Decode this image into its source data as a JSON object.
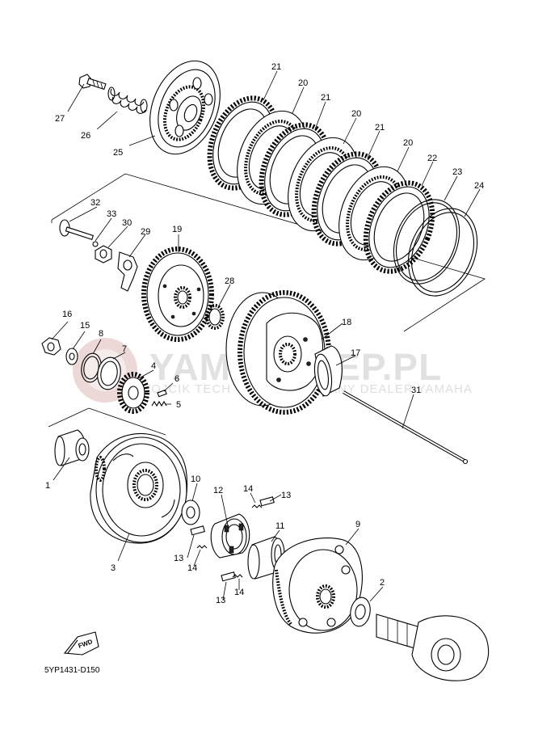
{
  "diagram": {
    "code": "5YP1431-D150",
    "watermark": {
      "main": "YAMASKLEP.PL",
      "sub": "WOJCIK TECH - AUTORYZOWANY DEALER YAMAHA"
    },
    "fwd_label": "FWD",
    "callouts": [
      {
        "id": "c1",
        "label": "1"
      },
      {
        "id": "c2",
        "label": "2"
      },
      {
        "id": "c3",
        "label": "3"
      },
      {
        "id": "c4",
        "label": "4"
      },
      {
        "id": "c5",
        "label": "5"
      },
      {
        "id": "c6",
        "label": "6"
      },
      {
        "id": "c7",
        "label": "7"
      },
      {
        "id": "c8",
        "label": "8"
      },
      {
        "id": "c9",
        "label": "9"
      },
      {
        "id": "c10",
        "label": "10"
      },
      {
        "id": "c11",
        "label": "11"
      },
      {
        "id": "c12",
        "label": "12"
      },
      {
        "id": "c13a",
        "label": "13"
      },
      {
        "id": "c13b",
        "label": "13"
      },
      {
        "id": "c13c",
        "label": "13"
      },
      {
        "id": "c14a",
        "label": "14"
      },
      {
        "id": "c14b",
        "label": "14"
      },
      {
        "id": "c14c",
        "label": "14"
      },
      {
        "id": "c15",
        "label": "15"
      },
      {
        "id": "c16",
        "label": "16"
      },
      {
        "id": "c17",
        "label": "17"
      },
      {
        "id": "c18",
        "label": "18"
      },
      {
        "id": "c19",
        "label": "19"
      },
      {
        "id": "c20a",
        "label": "20"
      },
      {
        "id": "c20b",
        "label": "20"
      },
      {
        "id": "c20c",
        "label": "20"
      },
      {
        "id": "c21a",
        "label": "21"
      },
      {
        "id": "c21b",
        "label": "21"
      },
      {
        "id": "c21c",
        "label": "21"
      },
      {
        "id": "c22",
        "label": "22"
      },
      {
        "id": "c23",
        "label": "23"
      },
      {
        "id": "c24",
        "label": "24"
      },
      {
        "id": "c25",
        "label": "25"
      },
      {
        "id": "c26",
        "label": "26"
      },
      {
        "id": "c27",
        "label": "27"
      },
      {
        "id": "c28",
        "label": "28"
      },
      {
        "id": "c29",
        "label": "29"
      },
      {
        "id": "c30",
        "label": "30"
      },
      {
        "id": "c31",
        "label": "31"
      },
      {
        "id": "c32",
        "label": "32"
      },
      {
        "id": "c33",
        "label": "33"
      }
    ]
  }
}
